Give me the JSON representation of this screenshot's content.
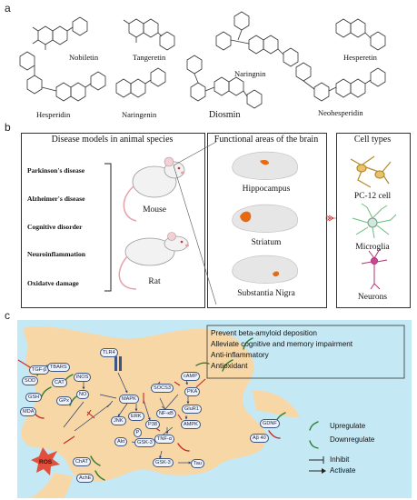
{
  "panel_labels": {
    "a": "a",
    "b": "b",
    "c": "c"
  },
  "panel_a": {
    "compounds": [
      "Nobiletin",
      "Tangeretin",
      "Naringnin",
      "Hesperetin",
      "Hesperidin",
      "Naringenin",
      "Diosmin",
      "Neohesperidin"
    ]
  },
  "panel_b": {
    "disease_header": "Disease models in animal species",
    "diseases": [
      "Parkinson's disease",
      "Alzheimer's disease",
      "Cognitive disorder",
      "Neuroinflammation",
      "Oxidatve damage"
    ],
    "species": [
      "Mouse",
      "Rat"
    ],
    "brain_header": "Functional areas of the brain",
    "brain_areas": [
      "Hippocampus",
      "Striatum",
      "Substantia Nigra"
    ],
    "cell_header": "Cell types",
    "cells": [
      "PC-12 cell",
      "Microglia",
      "Neurons"
    ]
  },
  "panel_c": {
    "nodes": {
      "tlr4": "TLR4",
      "tgfb": "TGF-β",
      "inos": "iNOS",
      "no": "NO",
      "tbars": "TBARS",
      "sod": "SOD",
      "cat": "CAT",
      "gsh": "GSH",
      "gpx": "GPx",
      "mda": "MDA",
      "ros": "ROS",
      "mapk": "MAPK",
      "jnk": "JNK",
      "erk": "ERK",
      "p38": "P38",
      "socs3": "SOCS3",
      "nfkb": "NF-κB",
      "tnfa": "TNF-α",
      "camp": "cAMP",
      "pka": "PKA",
      "glur1": "GluR1",
      "ampk": "AMPK",
      "akt": "Akt",
      "p": "P",
      "gsk3a": "GSK-3",
      "gsk3b": "GSK-3",
      "tau": "Tau",
      "chat": "ChAT",
      "ache": "AchE",
      "gdnf": "GDNF",
      "ab40": "Aβ 40"
    },
    "effects": [
      "Prevent beta-amyloid deposition",
      "Alleviate cognitive and memory impairment",
      "Anti-inflammatory",
      "Antioxidant"
    ],
    "legend": [
      "Upregulate",
      "Downregulate",
      "Inhibit",
      "Activate"
    ],
    "colors": {
      "cell_fill": "#f7d7a6",
      "background": "#c5e8f5",
      "up": "#2e7d32",
      "down": "#c62828",
      "ros": "#e0503a",
      "tract": "#e86a10"
    }
  }
}
